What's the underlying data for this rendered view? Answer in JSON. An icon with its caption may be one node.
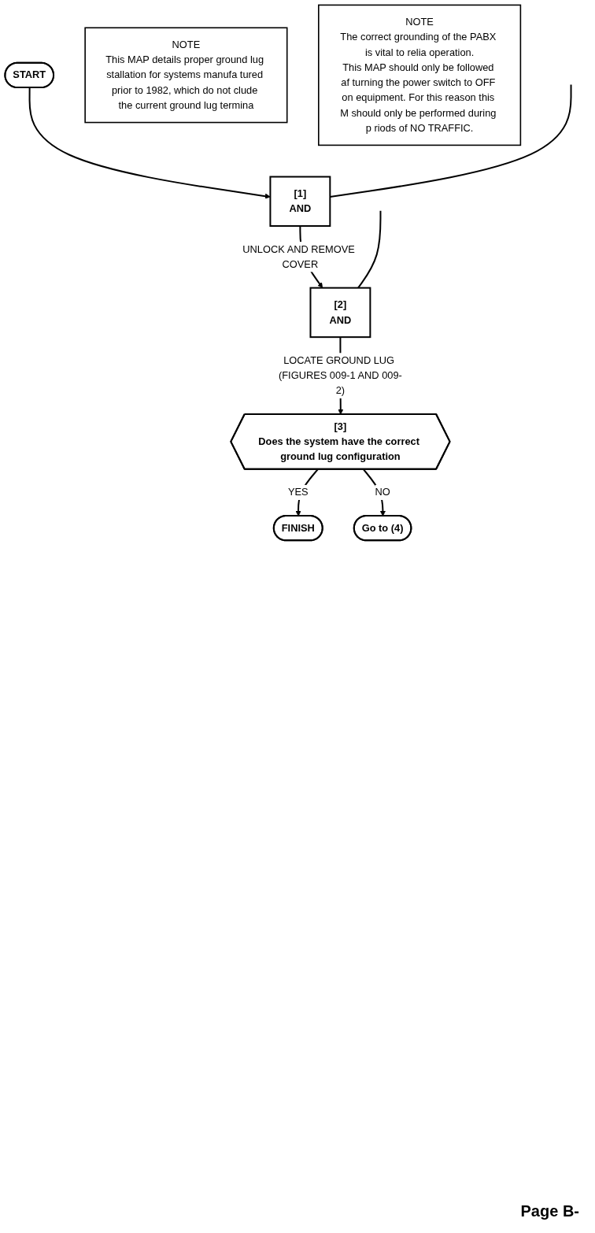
{
  "diagram": {
    "nodes": [
      {
        "text": [
          "START"
        ]
      },
      {
        "text": [
          "[1]",
          "AND"
        ]
      },
      {
        "text": [
          "[2]",
          "AND"
        ]
      },
      {
        "text": [
          "[3]",
          "Does the system have the correct ground lug configuration"
        ]
      },
      {
        "text": [
          "FINISH"
        ]
      },
      {
        "text": [
          "Go to (4)"
        ]
      },
      {
        "text": [
          "NOTE",
          "This MAP details proper ground lug stallation for systems manufa tured prior to 1982, which do not clude the current ground lug termina"
        ]
      },
      {
        "text": [
          "NOTE",
          "The correct grounding of the PABX is vital to relia operation.",
          "This MAP should only be followed af turning the power switch to OFF on equipment. For this reason this M should only be performed during p riods of NO TRAFFIC."
        ]
      }
    ],
    "edges": [
      {
        "from": 0,
        "to": 1,
        "arrow": "to"
      },
      {
        "from": null,
        "to": 1,
        "arrow": "none"
      },
      {
        "from": 1,
        "to": 2,
        "arrow": "to",
        "label": "UNLOCK AND REMOVE COVER"
      },
      {
        "from": null,
        "to": 2,
        "arrow": "none"
      },
      {
        "from": 2,
        "to": 3,
        "arrow": "to",
        "label": "LOCATE GROUND LUG (FIGURES 009-1 AND 009-2)"
      },
      {
        "from": 3,
        "to": 4,
        "arrow": "to",
        "label": "YES"
      },
      {
        "from": 3,
        "to": 5,
        "arrow": "to",
        "label": "NO"
      }
    ],
    "labels": [
      "Page B-"
    ]
  }
}
